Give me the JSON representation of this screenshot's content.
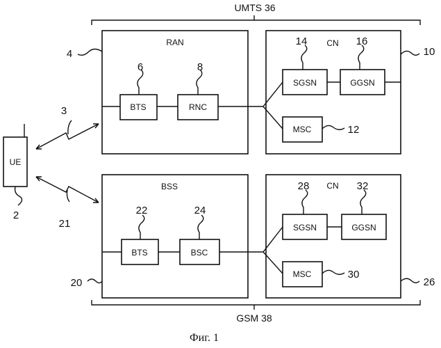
{
  "systems": {
    "umts": "UMTS 36",
    "gsm": "GSM 38"
  },
  "ue": {
    "label": "UE",
    "ref": "2"
  },
  "links": {
    "umts_ref": "3",
    "gsm_ref": "21"
  },
  "ran": {
    "title": "RAN",
    "ref": "4",
    "bts": {
      "label": "BTS",
      "ref": "6"
    },
    "rnc": {
      "label": "RNC",
      "ref": "8"
    }
  },
  "cn_umts": {
    "title": "CN",
    "ref": "10",
    "sgsn": {
      "label": "SGSN",
      "ref": "14"
    },
    "ggsn": {
      "label": "GGSN",
      "ref": "16"
    },
    "msc": {
      "label": "MSC",
      "ref": "12"
    }
  },
  "bss": {
    "title": "BSS",
    "ref": "20",
    "bts": {
      "label": "BTS",
      "ref": "22"
    },
    "bsc": {
      "label": "BSC",
      "ref": "24"
    }
  },
  "cn_gsm": {
    "title": "CN",
    "ref": "26",
    "sgsn": {
      "label": "SGSN",
      "ref": "28"
    },
    "ggsn": {
      "label": "GGSN",
      "ref": "32"
    },
    "msc": {
      "label": "MSC",
      "ref": "30"
    }
  },
  "caption": "Фиг. 1"
}
